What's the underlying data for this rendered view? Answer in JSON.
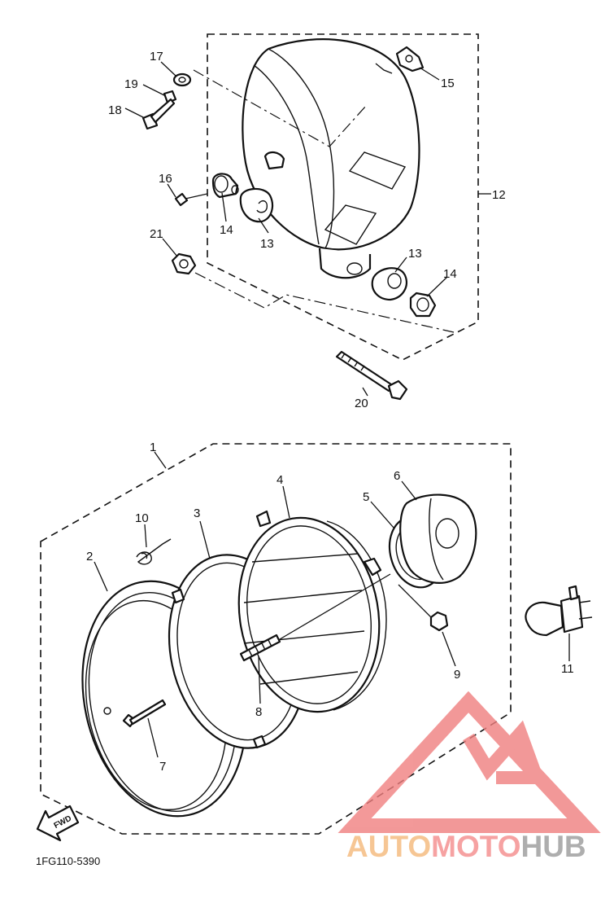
{
  "diagram": {
    "drawing_code": "1FG110-5390",
    "direction_label": "FWD",
    "callouts": {
      "c1": "1",
      "c2": "2",
      "c3": "3",
      "c4": "4",
      "c5": "5",
      "c6": "6",
      "c7": "7",
      "c8": "8",
      "c9": "9",
      "c10": "10",
      "c11": "11",
      "c12": "12",
      "c13a": "13",
      "c13b": "13",
      "c14a": "14",
      "c14b": "14",
      "c15": "15",
      "c16": "16",
      "c17": "17",
      "c18": "18",
      "c19": "19",
      "c20": "20",
      "c21": "21"
    }
  },
  "watermark": {
    "part1": "AUTO",
    "part2": "MOTO",
    "part3": "HUB",
    "colors": {
      "auto": "#f5b87a",
      "moto": "#f58c8c",
      "hub": "#9a9a9a",
      "triangle": "#f07f7f"
    }
  }
}
